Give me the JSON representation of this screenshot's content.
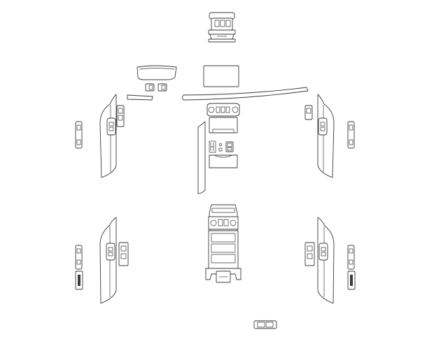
{
  "diagram": {
    "subject": "car-interior-trim-cut-template",
    "colors": {
      "background": "#ffffff",
      "outline": "#3a3a3a"
    },
    "parts": [
      {
        "name": "overhead-console-assembly",
        "group": "roof"
      },
      {
        "name": "instrument-cluster-trim",
        "group": "dashboard"
      },
      {
        "name": "infotainment-screen-trim",
        "group": "dashboard"
      },
      {
        "name": "mirror-switch-buttons",
        "group": "door-front-left"
      },
      {
        "name": "dashboard-left-strip",
        "group": "dashboard"
      },
      {
        "name": "dashboard-main-strip",
        "group": "dashboard"
      },
      {
        "name": "front-left-door-panel",
        "group": "door-front-left"
      },
      {
        "name": "front-left-pillar-strip",
        "group": "door-front-left"
      },
      {
        "name": "front-left-window-switch",
        "group": "door-front-left"
      },
      {
        "name": "front-right-door-panel",
        "group": "door-front-right"
      },
      {
        "name": "front-right-pillar-strip",
        "group": "door-front-right"
      },
      {
        "name": "front-right-window-switch",
        "group": "door-front-right"
      },
      {
        "name": "climate-control-panel",
        "group": "center-stack"
      },
      {
        "name": "center-stack-trim",
        "group": "center-stack"
      },
      {
        "name": "center-console-side-strip",
        "group": "center-console"
      },
      {
        "name": "gear-selector-trim",
        "group": "center-console"
      },
      {
        "name": "cupholder-trim",
        "group": "center-console"
      },
      {
        "name": "rear-console-assembly",
        "group": "center-console"
      },
      {
        "name": "rear-left-door-panel",
        "group": "door-rear-left"
      },
      {
        "name": "rear-left-window-switch",
        "group": "door-rear-left"
      },
      {
        "name": "rear-left-pillar-strip",
        "group": "door-rear-left"
      },
      {
        "name": "rear-left-lower-strip",
        "group": "door-rear-left"
      },
      {
        "name": "rear-right-door-panel",
        "group": "door-rear-right"
      },
      {
        "name": "rear-right-window-switch",
        "group": "door-rear-right"
      },
      {
        "name": "rear-right-pillar-strip",
        "group": "door-rear-right"
      },
      {
        "name": "rear-right-lower-strip",
        "group": "door-rear-right"
      },
      {
        "name": "trunk-switch-trim",
        "group": "misc"
      }
    ]
  }
}
